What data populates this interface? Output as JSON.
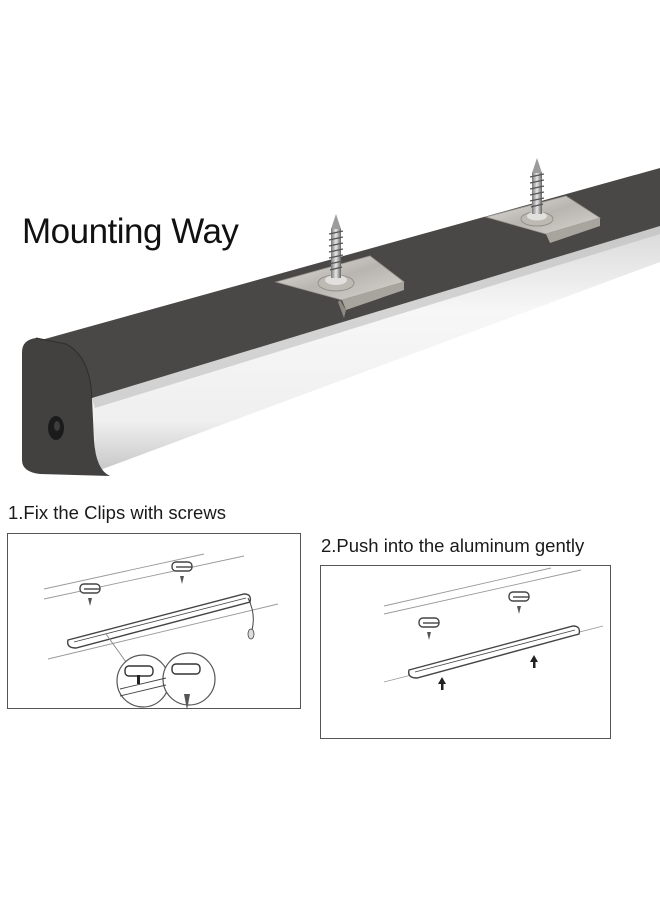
{
  "header": {
    "title": "Mounting Way"
  },
  "product_image": {
    "subject": "LED aluminum channel with diffuser and mounting clips",
    "icons": [
      "mounting-clip-icon",
      "screw-icon",
      "end-cap-icon"
    ],
    "colors": {
      "housing": "#4a4847",
      "housing_dark": "#3a3938",
      "diffuser": "#f2f2f2",
      "diffuser_shadow": "#d6d6d6",
      "clip_metal": "#c9c6c2"
    }
  },
  "steps": [
    {
      "number": "1",
      "label": "1.Fix the Clips with screws"
    },
    {
      "number": "2",
      "label": "2.Push into the aluminum gently"
    }
  ]
}
